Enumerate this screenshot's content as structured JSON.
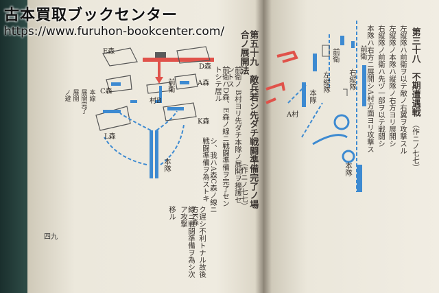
{
  "watermark": {
    "shop_name": "古本買取ブックセンター",
    "url": "https://www.furuhon-bookcenter.com/"
  },
  "left_page": {
    "heading": "第五十九　敵兵若シ先ダチ戦闘準備完了ノ場合ノ展開法",
    "ref": "（作ニノ七七）",
    "body_lines": [
      "前衛ノ B村ヨリ先ダチ本隊ノ展開ヲ掩護セントス",
      "前衛ハD森、E森ノ線ニ戦闘準備ヲ完了セントシテ居ル",
      "シ、我ハA森C森ノ線ニ戦闘準備ヲ為ストキ",
      "ク遅シ不利トナル故後方K森",
      "線ニ戦闘準備ヲ為シ次ア攻撃",
      "移ル"
    ],
    "map_labels": {
      "d_forest": "D森",
      "e_forest": "E森",
      "a_forest": "A森",
      "c_forest": "C森",
      "b_village": "村B",
      "k_forest": "K森",
      "l_forest": "L森",
      "vanguard": "前衛",
      "main_body": "本隊"
    },
    "legend_lines": [
      "本線",
      "展開完了",
      "展開",
      "ノ避"
    ],
    "page_number": "四九"
  },
  "right_page": {
    "heading": "第三十八　不期遭遇戦",
    "ref": "（作ニノ七七）",
    "body_lines": [
      "左縦隊ハ前衛ヲ以テ敵ノ右翼ヲ攻撃スル",
      "左縦隊ノ本隊ハ縦隊ノ右方ヨリ展開シ",
      "右縦隊ノ前衛ハ先ヅ一部ヲ以テ戦闘シ",
      "本隊ハ右方ニ展開シA村方面ヨリ攻撃ス"
    ],
    "map_labels": {
      "vanguard_left": "前衛",
      "vanguard_right": "前衛",
      "left_column": "左縦隊",
      "right_column": "右縦隊",
      "main_body_left": "本隊",
      "main_body_right": "本隊",
      "a_village": "A村"
    }
  },
  "colors": {
    "blue": "#3d8ad1",
    "red": "#e0524a",
    "ink": "#3a3430"
  }
}
